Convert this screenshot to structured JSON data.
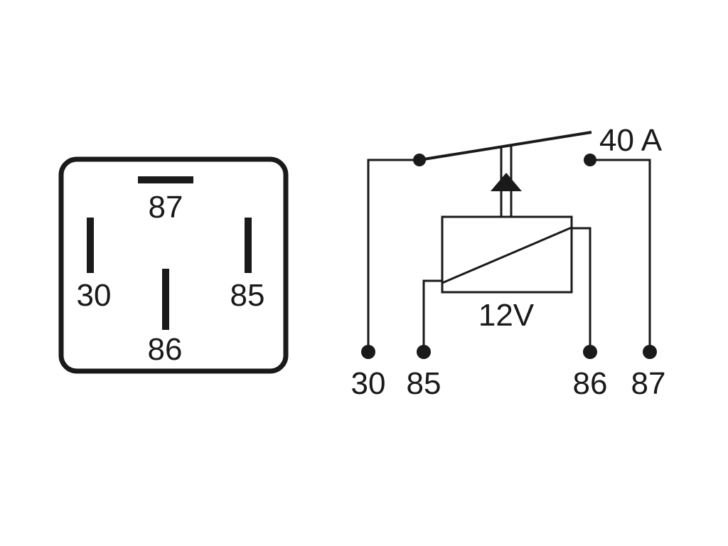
{
  "colors": {
    "ink": "#1a1a1a",
    "background": "#ffffff"
  },
  "socket": {
    "pins": [
      {
        "id": "87",
        "label": "87",
        "orientation": "horizontal"
      },
      {
        "id": "30",
        "label": "30",
        "orientation": "vertical"
      },
      {
        "id": "85",
        "label": "85",
        "orientation": "vertical"
      },
      {
        "id": "86",
        "label": "86",
        "orientation": "vertical"
      }
    ]
  },
  "schematic": {
    "current_rating": "40 A",
    "coil_voltage": "12V",
    "terminals": [
      {
        "id": "30",
        "label": "30"
      },
      {
        "id": "85",
        "label": "85"
      },
      {
        "id": "86",
        "label": "86"
      },
      {
        "id": "87",
        "label": "87"
      }
    ]
  }
}
